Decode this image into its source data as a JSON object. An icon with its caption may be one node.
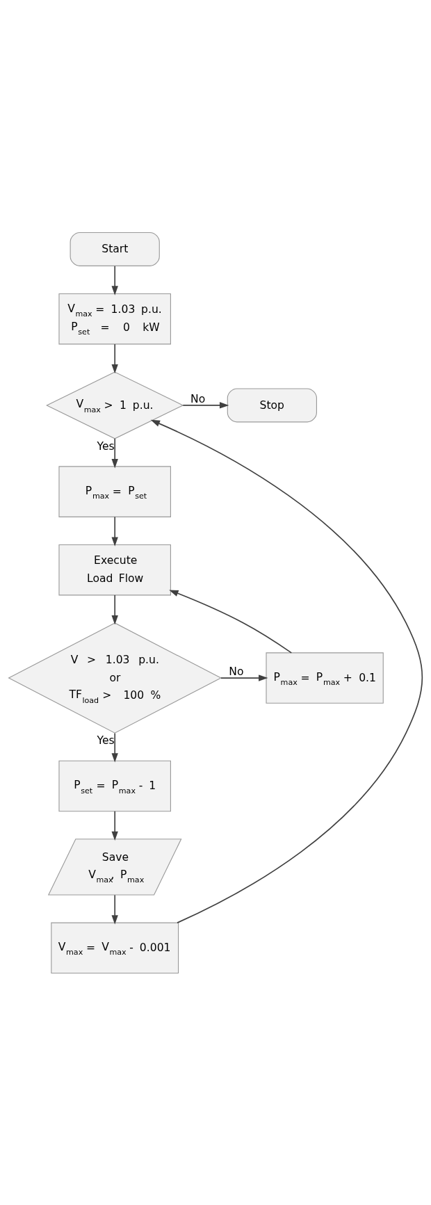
{
  "diagram": {
    "nodes": [
      {
        "text": [
          "Start"
        ]
      },
      {
        "text": [
          "V$_{max}$ = 1.03 p.u. P$_{set}$ = 0 kW"
        ]
      },
      {
        "text": [
          "V$_{max}$ > 1 p.u."
        ]
      },
      {
        "text": [
          "Stop"
        ]
      },
      {
        "text": [
          "P$_{max}$ = P$_{set}$"
        ]
      },
      {
        "text": [
          "Execute Load Flow"
        ]
      },
      {
        "text": [
          "V > 1.03 p.u. or TF$_{load}$ >  100 %"
        ]
      },
      {
        "text": [
          "P$_{max}$ = P$_{max}$ + 0.1"
        ]
      },
      {
        "text": [
          "P$_{set}$ = P$_{max}$ - 1"
        ]
      },
      {
        "text": [
          "Save V$_{max}$, P$_{max}$"
        ]
      },
      {
        "text": [
          "V$_{max}$ = V$_{max}$ - 0.001"
        ]
      }
    ],
    "edges": [
      {
        "from": 0,
        "to": 1,
        "arrow": "to"
      },
      {
        "from": 1,
        "to": 2,
        "arrow": "to"
      },
      {
        "from": 2,
        "to": 3,
        "arrow": "to",
        "label": "No"
      },
      {
        "from": 2,
        "to": 4,
        "arrow": "to",
        "label": "Yes"
      },
      {
        "from": 4,
        "to": 5,
        "arrow": "to"
      },
      {
        "from": 5,
        "to": 6,
        "arrow": "to"
      },
      {
        "from": 6,
        "to": 7,
        "arrow": "to",
        "label": "No"
      },
      {
        "from": 7,
        "to": 5,
        "arrow": "to"
      },
      {
        "from": 6,
        "to": 8,
        "arrow": "to",
        "label": "Yes"
      },
      {
        "from": 8,
        "to": 9,
        "arrow": "to"
      },
      {
        "from": 9,
        "to": 10,
        "arrow": "to"
      },
      {
        "from": 10,
        "to": 2,
        "arrow": "to"
      }
    ]
  }
}
